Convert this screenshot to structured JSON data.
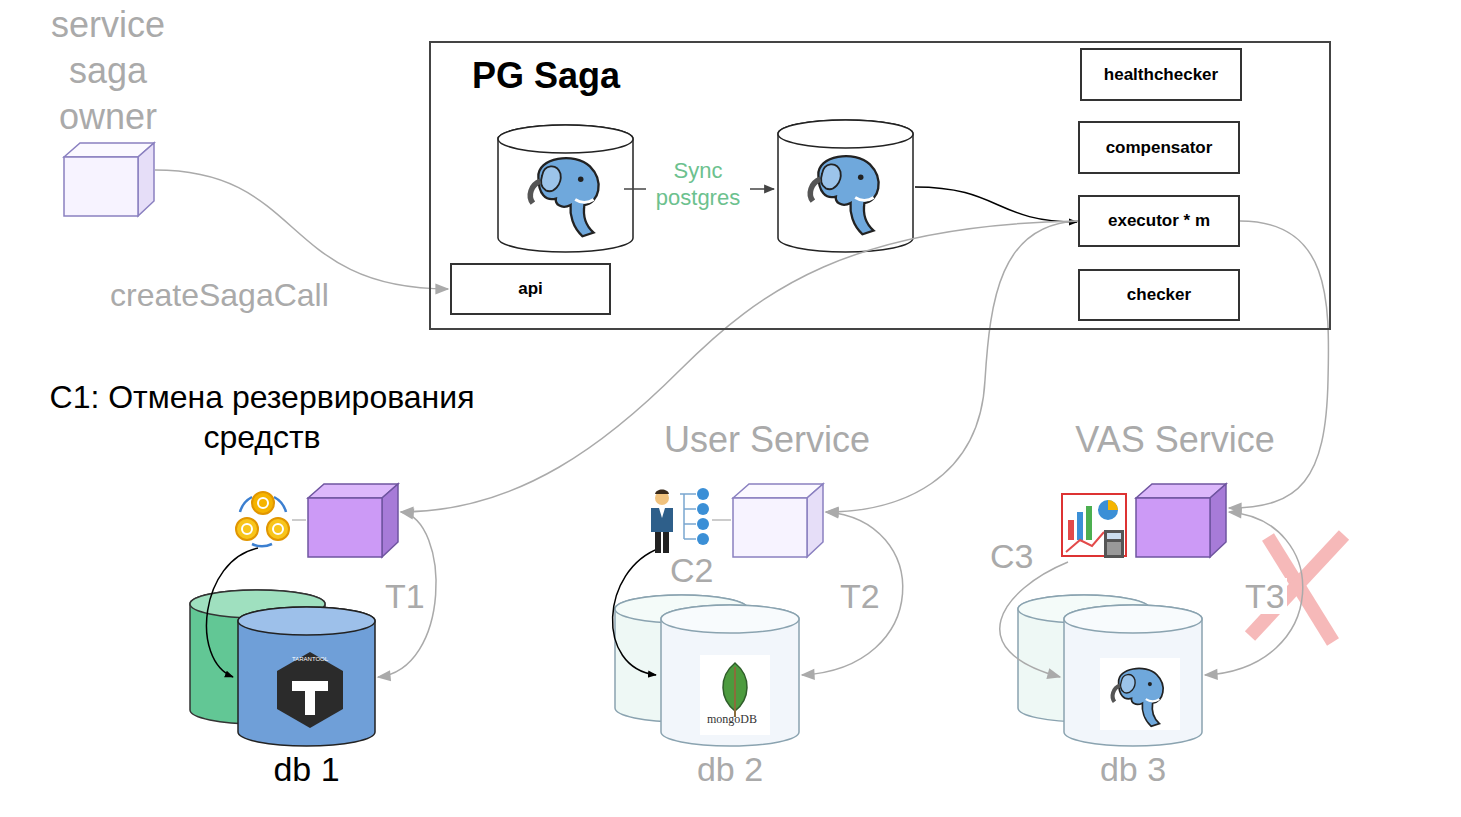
{
  "diagram": {
    "nodes": [
      {
        "text": [
          "service saga owner"
        ]
      },
      {
        "text": [
          "PG Saga"
        ]
      },
      {
        "text": [
          "healthchecker"
        ],
        "in": 1
      },
      {
        "text": [
          "compensator"
        ],
        "in": 1
      },
      {
        "text": [
          "executor * m"
        ],
        "in": 1
      },
      {
        "text": [
          "checker"
        ],
        "in": 1
      },
      {
        "text": [
          "api"
        ],
        "in": 1
      },
      {
        "text": [
          "C1: Отмена резервирования средств"
        ]
      },
      {
        "text": [
          "User Service"
        ]
      },
      {
        "text": [
          "VAS Service"
        ]
      },
      {
        "text": [
          "db 1"
        ]
      },
      {
        "text": [
          "db 2"
        ]
      },
      {
        "text": [
          "db 3"
        ]
      }
    ],
    "edges": [
      {
        "from": 0,
        "to": 6,
        "label": "createSagaCall",
        "arrow": "to"
      },
      {
        "from": 4,
        "to": 7,
        "arrow": "to"
      },
      {
        "from": 4,
        "to": 8,
        "arrow": "to"
      },
      {
        "from": 4,
        "to": 9,
        "arrow": "to"
      },
      {
        "from": 7,
        "to": 10,
        "label": "T1",
        "arrow": "both"
      },
      {
        "from": 8,
        "to": 11,
        "label": "T2",
        "arrow": "both"
      },
      {
        "from": 9,
        "to": 12,
        "label": "T3",
        "arrow": "both"
      }
    ],
    "labels": [
      "Sync postgres",
      "C2",
      "C3",
      "TARANTOOL",
      "mongoDB"
    ]
  }
}
